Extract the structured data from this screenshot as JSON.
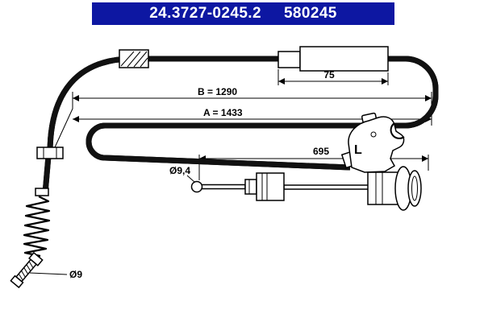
{
  "header": {
    "part_number": "24.3727-0245.2",
    "ref_number": "580245",
    "bar_color": "#0d17a2"
  },
  "diagram": {
    "dim_b_label": "B = 1290",
    "dim_a_label": "A = 1433",
    "dim_75_label": "75",
    "dim_695_label": "695",
    "dia_ball_label": "Ø9,4",
    "dia_rod_label": "Ø9",
    "bracket_marking": "L"
  }
}
